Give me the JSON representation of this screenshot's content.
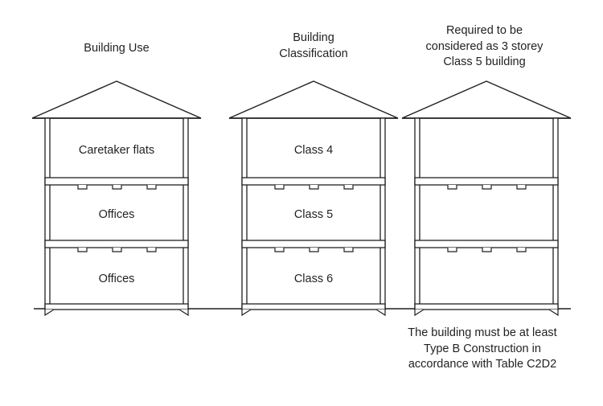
{
  "diagram": {
    "title_column_1": "Building Use",
    "title_column_2": "Building\nClassification",
    "title_column_3": "Required to be\nconsidered as 3 storey\nClass 5 building",
    "footnote": "The building must be at least\nType B Construction in\naccordance with Table C2D2",
    "line_color": "#231f20",
    "fill_color": "#ffffff",
    "text_color": "#231f20",
    "background": "#ffffff",
    "buildings": [
      {
        "name": "building-use",
        "storeys": [
          {
            "level": "top",
            "label": "Caretaker flats"
          },
          {
            "level": "middle",
            "label": "Offices"
          },
          {
            "level": "bottom",
            "label": "Offices"
          }
        ]
      },
      {
        "name": "building-classification",
        "storeys": [
          {
            "level": "top",
            "label": "Class 4"
          },
          {
            "level": "middle",
            "label": "Class 5"
          },
          {
            "level": "bottom",
            "label": "Class 6"
          }
        ]
      },
      {
        "name": "building-required",
        "storeys": [
          {
            "level": "top",
            "label": ""
          },
          {
            "level": "middle",
            "label": ""
          },
          {
            "level": "bottom",
            "label": ""
          }
        ]
      }
    ]
  }
}
